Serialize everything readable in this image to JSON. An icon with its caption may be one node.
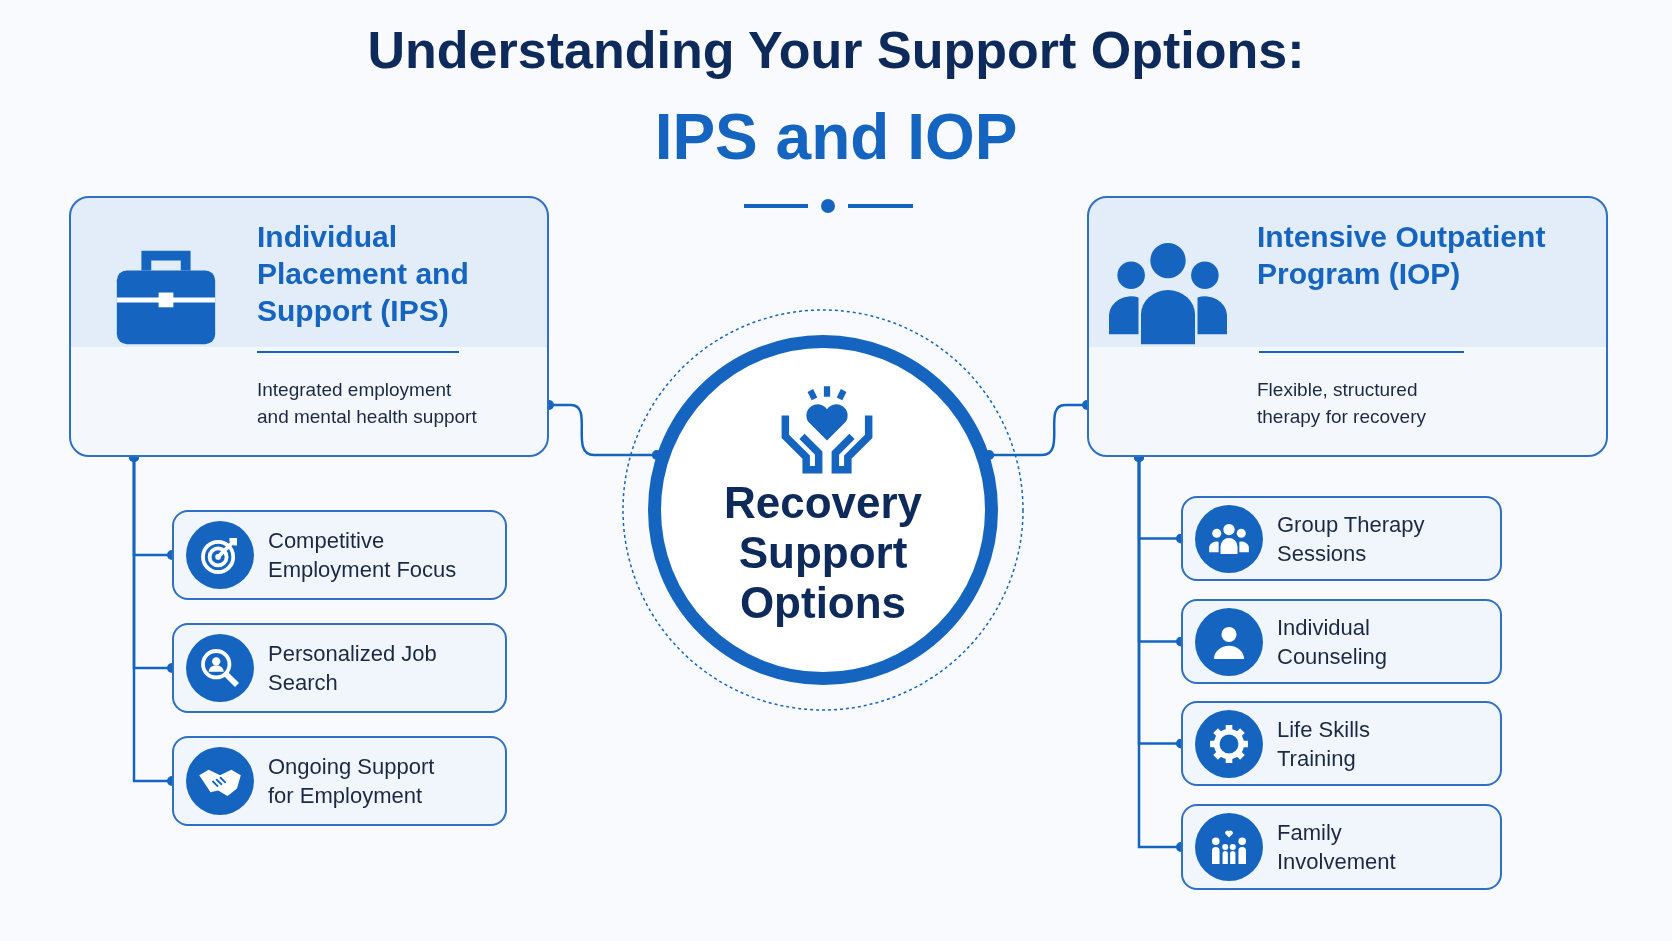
{
  "diagram": {
    "title": "Understanding Your Support Options:",
    "nodes": [
      {
        "text": [
          "Individual Placement and Support (IPS)",
          "Integrated employment and mental health support"
        ]
      },
      {
        "text": [
          "Recovery Support Options"
        ]
      },
      {
        "text": [
          "Intensive Outpatient Program (IOP)",
          "Flexible, structured therapy for recovery"
        ]
      },
      {
        "text": [
          "Competitive Employment Focus"
        ]
      },
      {
        "text": [
          "Personalized Job Search"
        ]
      },
      {
        "text": [
          "Ongoing Support for Employment"
        ]
      },
      {
        "text": [
          "Group Therapy Sessions"
        ]
      },
      {
        "text": [
          "Individual Counseling"
        ]
      },
      {
        "text": [
          "Life Skills Training"
        ]
      },
      {
        "text": [
          "Family Involvement"
        ]
      }
    ],
    "edges": [
      {
        "from": 0,
        "to": 1,
        "arrow": "other"
      },
      {
        "from": 2,
        "to": 1,
        "arrow": "other"
      },
      {
        "from": 0,
        "to": 3,
        "arrow": "other"
      },
      {
        "from": 0,
        "to": 4,
        "arrow": "other"
      },
      {
        "from": 0,
        "to": 5,
        "arrow": "other"
      },
      {
        "from": 2,
        "to": 6,
        "arrow": "other"
      },
      {
        "from": 2,
        "to": 7,
        "arrow": "other"
      },
      {
        "from": 2,
        "to": 8,
        "arrow": "other"
      },
      {
        "from": 2,
        "to": 9,
        "arrow": "other"
      }
    ],
    "labels": [
      "IPS and IOP"
    ]
  }
}
